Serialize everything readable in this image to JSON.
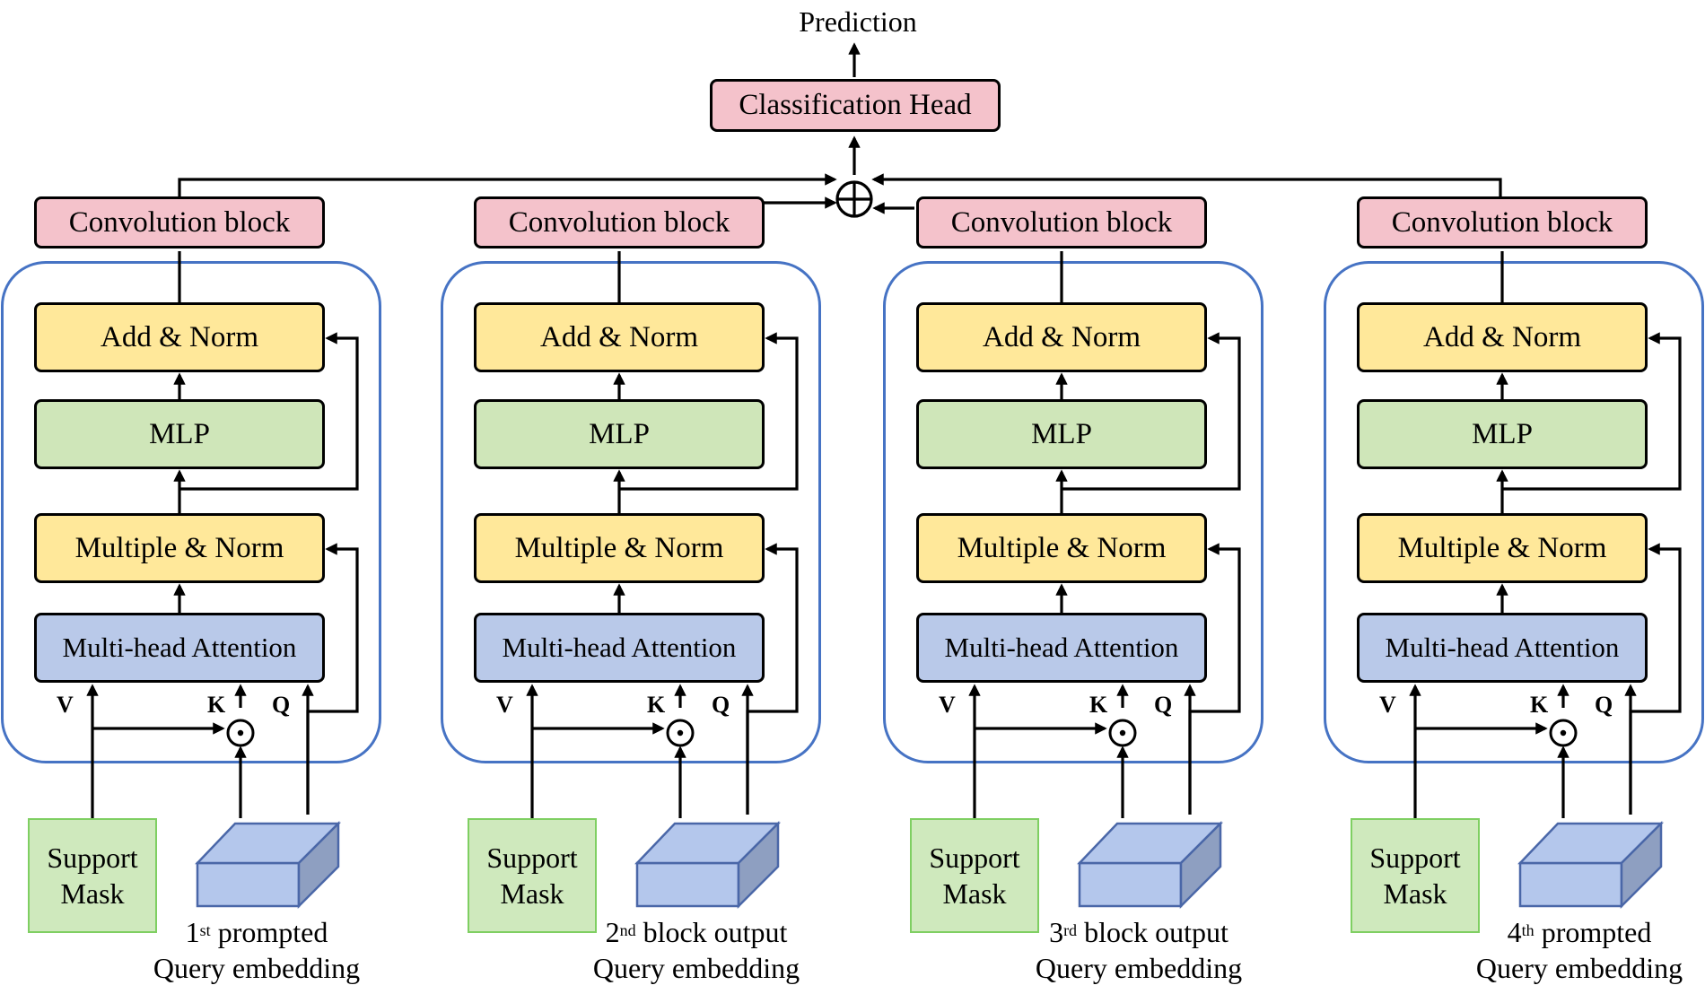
{
  "prediction_label": "Prediction",
  "classification_head": "Classification Head",
  "blocks": [
    {
      "conv": "Convolution block",
      "add_norm": "Add & Norm",
      "mlp": "MLP",
      "mult_norm": "Multiple & Norm",
      "attention": "Multi-head Attention",
      "v": "V",
      "k": "K",
      "q": "Q",
      "support_mask": [
        "Support",
        "Mask"
      ],
      "caption_num": "1",
      "caption_sup": "st",
      "caption_rest": " prompted",
      "caption_line2": "Query embedding"
    },
    {
      "conv": "Convolution block",
      "add_norm": "Add & Norm",
      "mlp": "MLP",
      "mult_norm": "Multiple & Norm",
      "attention": "Multi-head Attention",
      "v": "V",
      "k": "K",
      "q": "Q",
      "support_mask": [
        "Support",
        "Mask"
      ],
      "caption_num": "2",
      "caption_sup": "nd",
      "caption_rest": " block output",
      "caption_line2": "Query embedding"
    },
    {
      "conv": "Convolution block",
      "add_norm": "Add & Norm",
      "mlp": "MLP",
      "mult_norm": "Multiple & Norm",
      "attention": "Multi-head Attention",
      "v": "V",
      "k": "K",
      "q": "Q",
      "support_mask": [
        "Support",
        "Mask"
      ],
      "caption_num": "3",
      "caption_sup": "rd",
      "caption_rest": " block output",
      "caption_line2": "Query embedding"
    },
    {
      "conv": "Convolution block",
      "add_norm": "Add & Norm",
      "mlp": "MLP",
      "mult_norm": "Multiple & Norm",
      "attention": "Multi-head Attention",
      "v": "V",
      "k": "K",
      "q": "Q",
      "support_mask": [
        "Support",
        "Mask"
      ],
      "caption_num": "4",
      "caption_sup": "th",
      "caption_rest": " prompted",
      "caption_line2": "Query embedding"
    }
  ],
  "colors": {
    "pink": "#f4c2cb",
    "yellow": "#ffe89a",
    "green": "#cfe6b9",
    "blue_box": "#b9c9e9",
    "container_border": "#4673c4",
    "mask_fill": "#cfe9bd",
    "cube_front": "#b4c7ec",
    "cube_side": "#8e9fc1"
  }
}
